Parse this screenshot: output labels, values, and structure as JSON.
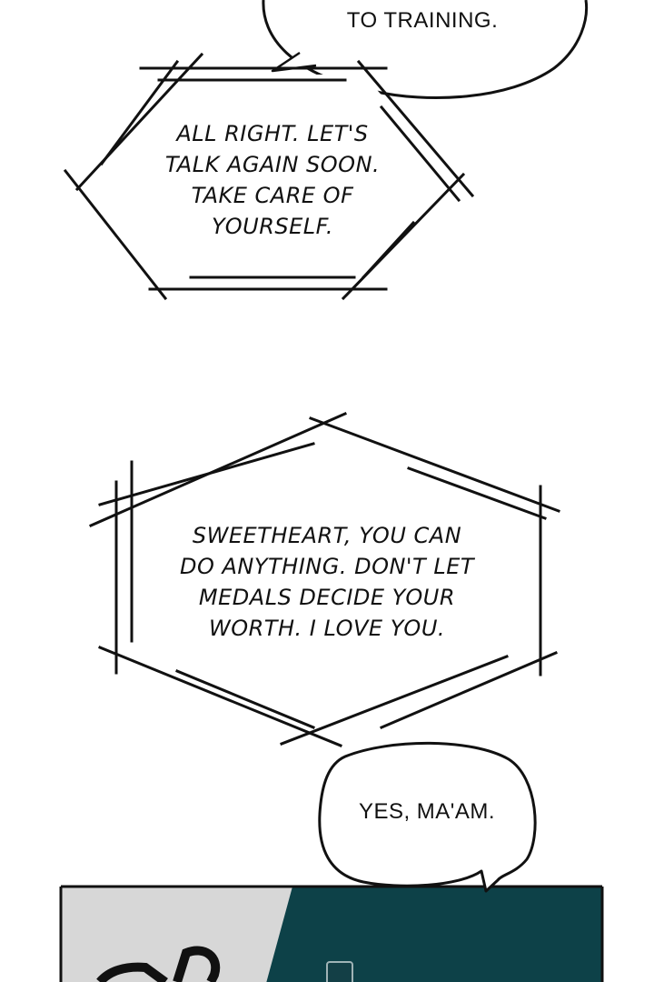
{
  "bubbles": {
    "top_speech": "TO TRAINING.",
    "hex_message_1": "ALL RIGHT. LET'S\nTALK AGAIN SOON.\nTAKE CARE OF\nYOURSELF.",
    "hex_message_2": "SWEETHEART, YOU CAN\nDO ANYTHING. DON'T LET\nMEDALS DECIDE YOUR\nWORTH. I LOVE YOU.",
    "reply_speech": "YES, MA'AM."
  },
  "colors": {
    "ink": "#111111",
    "panel_teal": "#0d4148",
    "panel_gray": "#d7d7d7"
  }
}
